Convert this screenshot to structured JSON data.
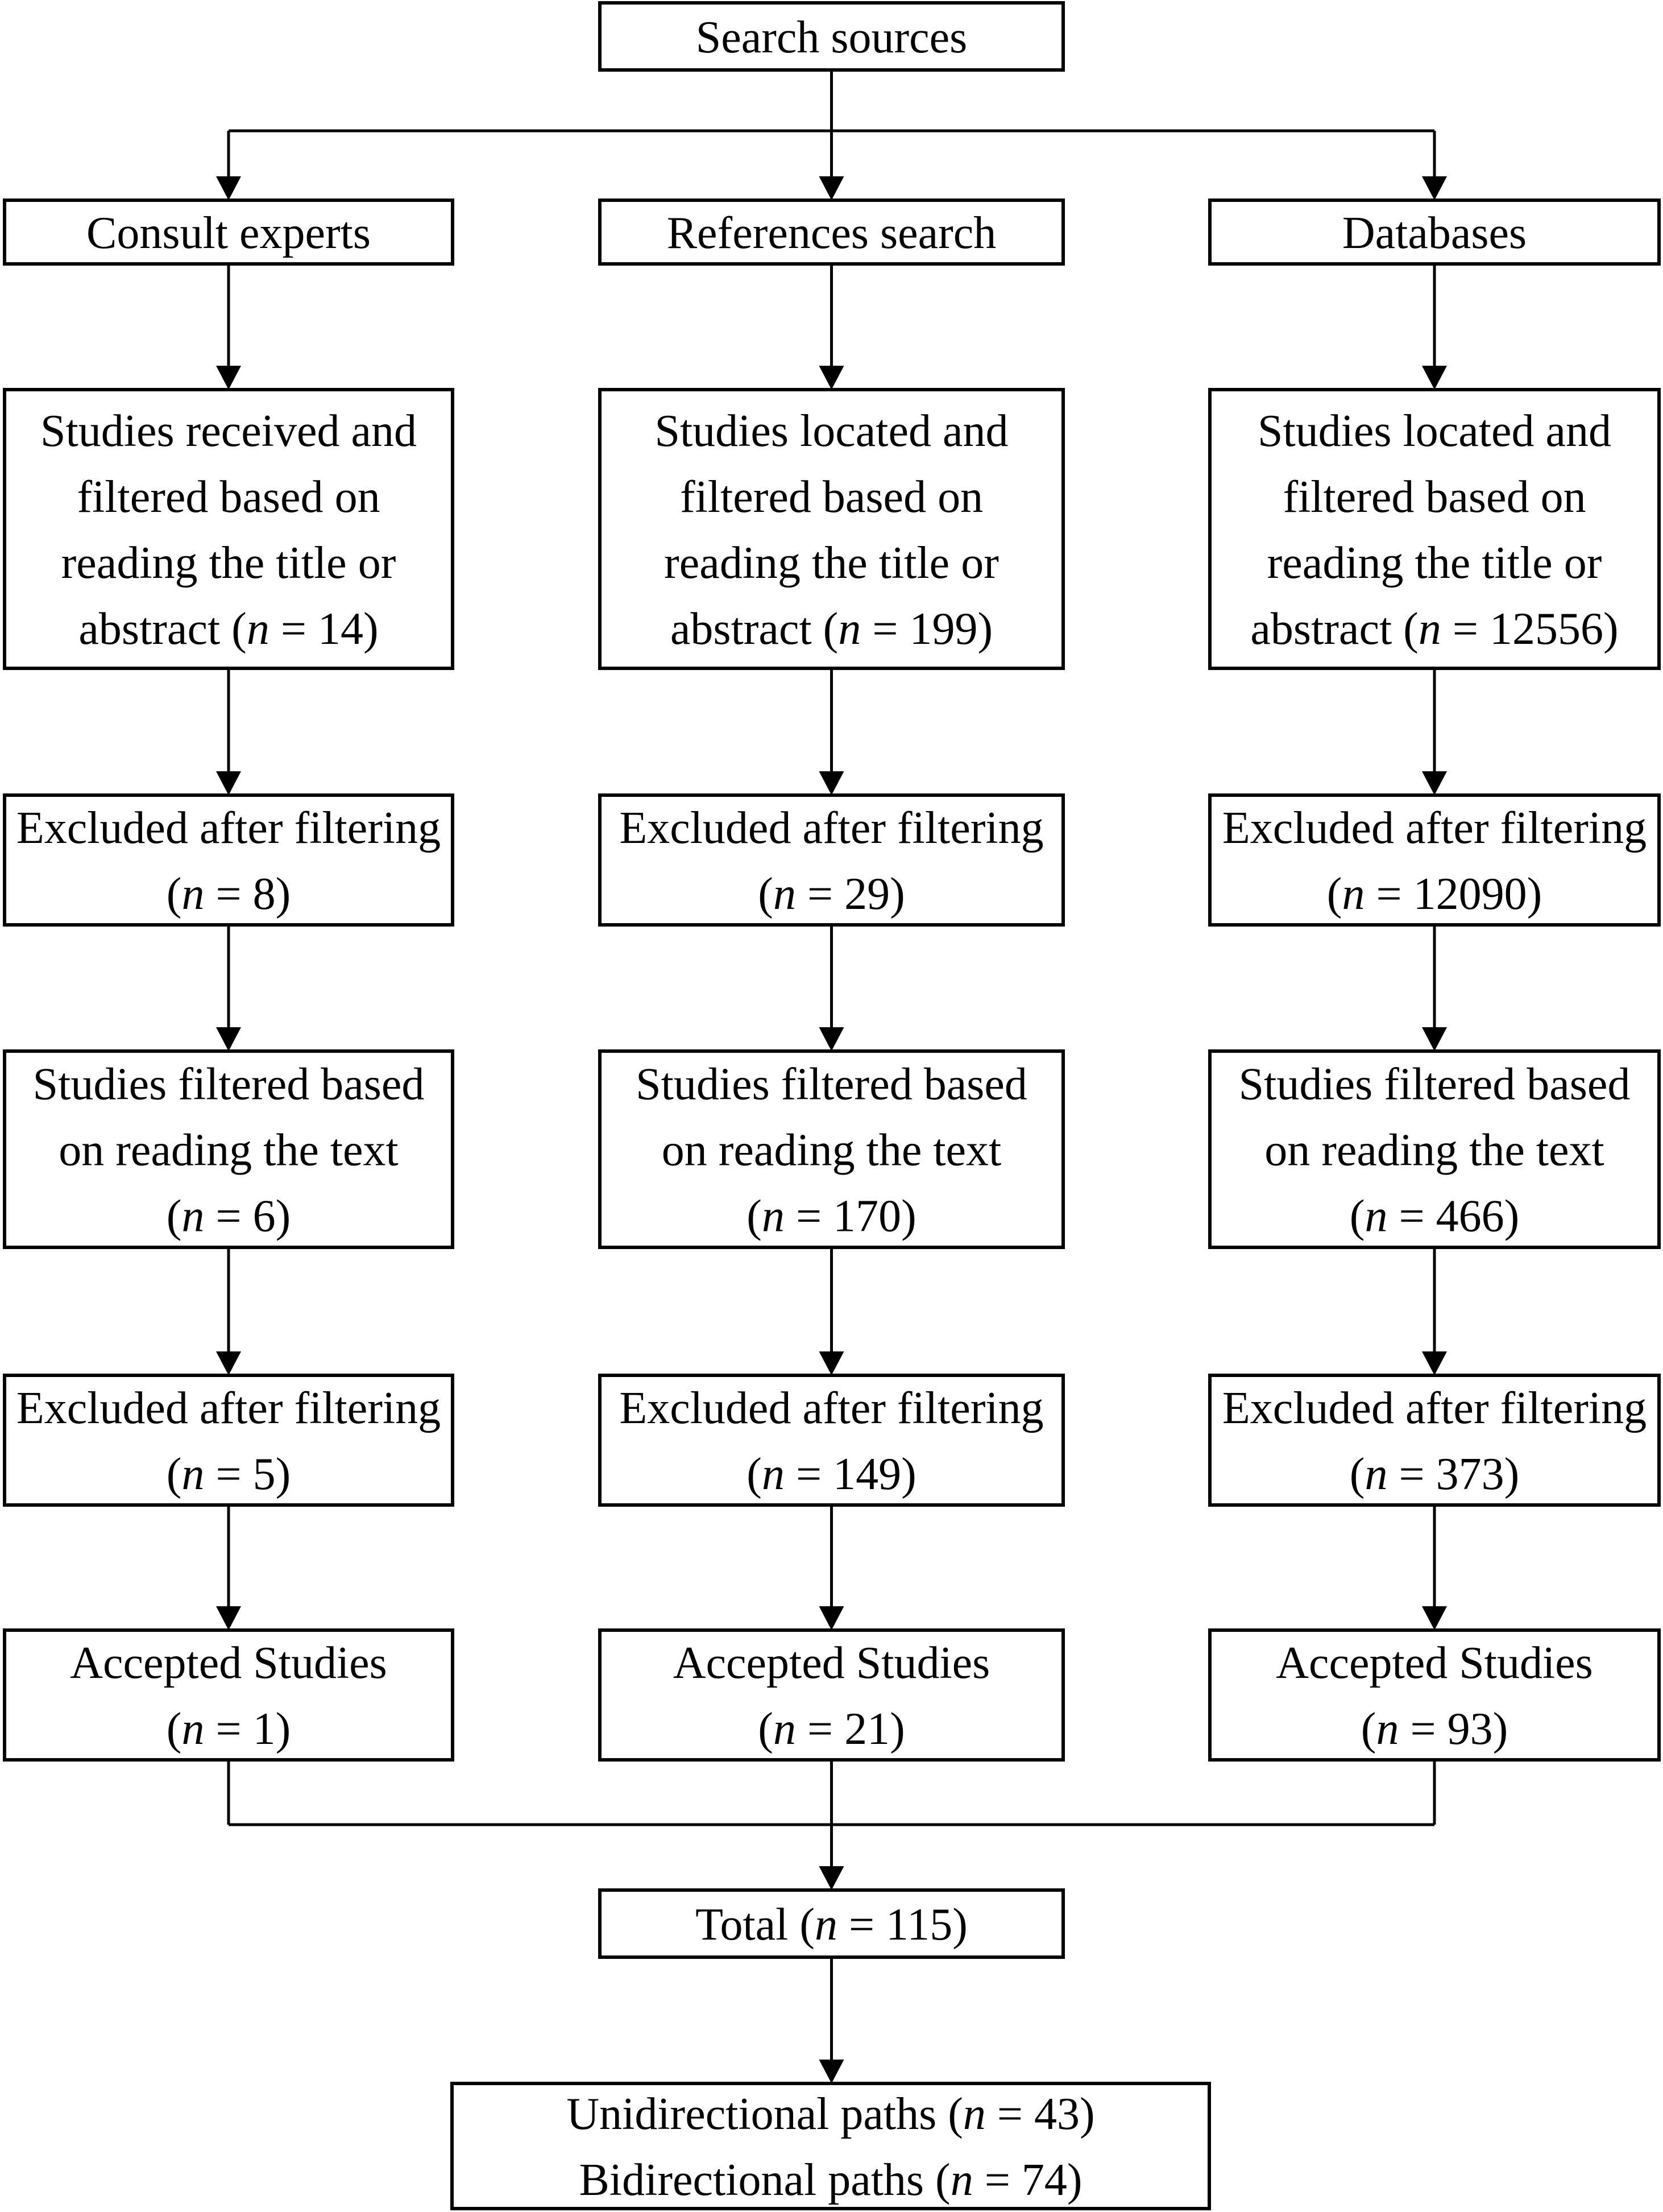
{
  "top": {
    "label": "Search sources"
  },
  "columns": [
    {
      "source": "Consult experts",
      "screened": [
        "Studies received and",
        "filtered based on",
        "reading the title or",
        "abstract ("
      ],
      "screened_n": "14",
      "excluded1_label": "Excluded after filtering",
      "excluded1_n": "8",
      "fulltext": [
        "Studies filtered based",
        "on reading the text"
      ],
      "fulltext_n": "6",
      "excluded2_label": "Excluded after filtering",
      "excluded2_n": "5",
      "accepted_label": "Accepted Studies",
      "accepted_n": "1"
    },
    {
      "source": "References search",
      "screened": [
        "Studies located and",
        "filtered based on",
        "reading the title or",
        "abstract ("
      ],
      "screened_n": "199",
      "excluded1_label": "Excluded after filtering",
      "excluded1_n": "29",
      "fulltext": [
        "Studies filtered based",
        "on reading the text"
      ],
      "fulltext_n": "170",
      "excluded2_label": "Excluded after filtering",
      "excluded2_n": "149",
      "accepted_label": "Accepted Studies",
      "accepted_n": "21"
    },
    {
      "source": "Databases",
      "screened": [
        "Studies located and",
        "filtered based on",
        "reading the title or",
        "abstract ("
      ],
      "screened_n": "12556",
      "excluded1_label": "Excluded after filtering",
      "excluded1_n": "12090",
      "fulltext": [
        "Studies filtered based",
        "on reading the text"
      ],
      "fulltext_n": "466",
      "excluded2_label": "Excluded after filtering",
      "excluded2_n": "373",
      "accepted_label": "Accepted Studies",
      "accepted_n": "93"
    }
  ],
  "total": {
    "label": "Total (",
    "n": "115"
  },
  "result": {
    "line1_label": "Unidirectional paths (",
    "line1_n": "43",
    "line2_label": "Bidirectional paths (",
    "line2_n": "74"
  },
  "n_symbol": "n",
  "equals": " = ",
  "close_paren": ")",
  "colors": {
    "stroke": "#000000",
    "fill": "#ffffff",
    "text": "#000000"
  }
}
